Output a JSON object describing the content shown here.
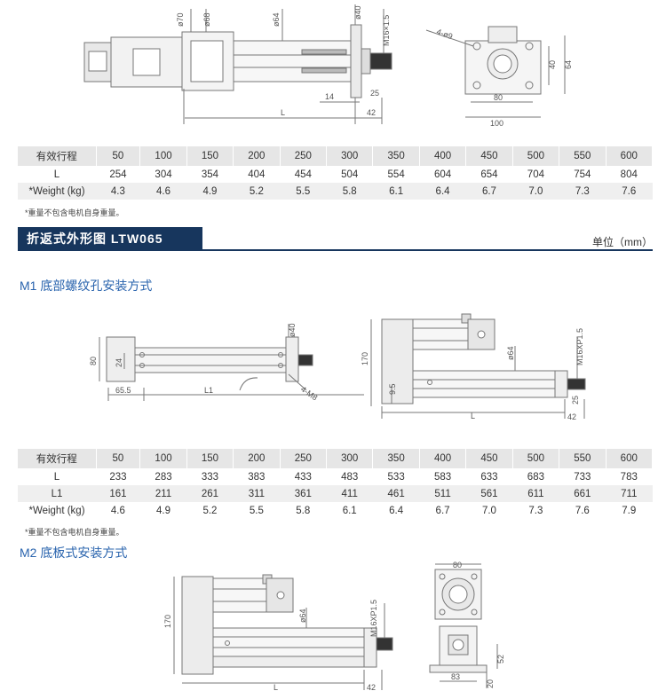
{
  "drawing1": {
    "side_dims": [
      "ø70",
      "ø68",
      "ø64",
      "ø40",
      "M16×1.5",
      "14",
      "25",
      "L",
      "42"
    ],
    "end_dims": [
      "4-ø9",
      "40",
      "64",
      "80",
      "100"
    ]
  },
  "table1": {
    "headers": [
      "有效行程",
      "50",
      "100",
      "150",
      "200",
      "250",
      "300",
      "350",
      "400",
      "450",
      "500",
      "550",
      "600"
    ],
    "rows": [
      [
        "L",
        "254",
        "304",
        "354",
        "404",
        "454",
        "504",
        "554",
        "604",
        "654",
        "704",
        "754",
        "804"
      ],
      [
        "*Weight (kg)",
        "4.3",
        "4.6",
        "4.9",
        "5.2",
        "5.5",
        "5.8",
        "6.1",
        "6.4",
        "6.7",
        "7.0",
        "7.3",
        "7.6"
      ]
    ]
  },
  "note1": "*重量不包含电机自身重量。",
  "section": {
    "title": "折返式外形图 LTW065",
    "unit": "单位（mm）"
  },
  "m1": {
    "heading": "M1 底部螺纹孔安装方式",
    "top_dims": [
      "ø40",
      "80",
      "24",
      "65.5",
      "L1",
      "4-M8"
    ],
    "side_dims": [
      "170",
      "ø64",
      "M16XP1.5",
      "9.5",
      "L",
      "25",
      "42"
    ]
  },
  "table2": {
    "headers": [
      "有效行程",
      "50",
      "100",
      "150",
      "200",
      "250",
      "300",
      "350",
      "400",
      "450",
      "500",
      "550",
      "600"
    ],
    "rows": [
      [
        "L",
        "233",
        "283",
        "333",
        "383",
        "433",
        "483",
        "533",
        "583",
        "633",
        "683",
        "733",
        "783"
      ],
      [
        "L1",
        "161",
        "211",
        "261",
        "311",
        "361",
        "411",
        "461",
        "511",
        "561",
        "611",
        "661",
        "711"
      ],
      [
        "*Weight (kg)",
        "4.6",
        "4.9",
        "5.2",
        "5.5",
        "5.8",
        "6.1",
        "6.4",
        "6.7",
        "7.0",
        "7.3",
        "7.6",
        "7.9"
      ]
    ]
  },
  "note2": "*重量不包含电机自身重量。",
  "m2": {
    "heading": "M2 底板式安装方式",
    "side_dims": [
      "170",
      "ø64",
      "M16XP1.5",
      "L",
      "42"
    ],
    "end_dims": [
      "80",
      "52",
      "83",
      "20"
    ]
  }
}
